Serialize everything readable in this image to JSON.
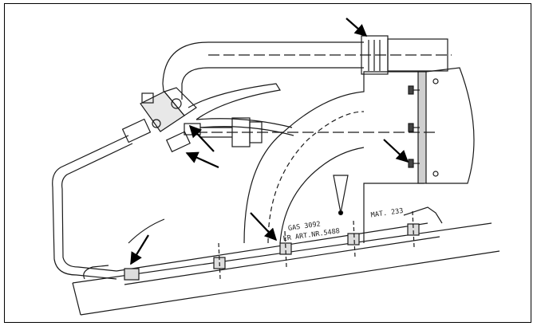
{
  "figure": {
    "labels": {
      "gas_code": "GAS 3092",
      "article_number": "ER ART.NR.5488",
      "material": "MAT. 233"
    },
    "warning_symbol": "exclamation-triangle-icon",
    "arrow_count": 6,
    "line_color": "#1a1a1a"
  }
}
